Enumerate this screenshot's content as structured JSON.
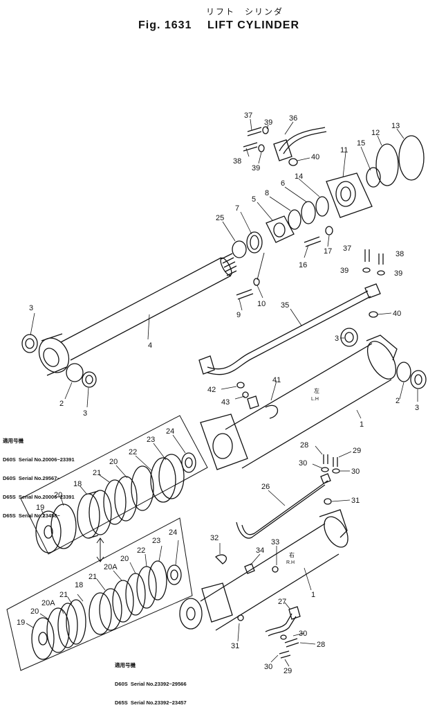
{
  "header": {
    "title_jp": "リフト　シリンダ",
    "fig_number": "Fig. 1631",
    "title": "LIFT CYLINDER"
  },
  "callouts": {
    "c37a": "37",
    "c39a": "39",
    "c36": "36",
    "c13": "13",
    "c12": "12",
    "c38a": "38",
    "c39b": "39",
    "c40a": "40",
    "c15": "15",
    "c11": "11",
    "c6": "6",
    "c14": "14",
    "c8": "8",
    "c5": "5",
    "c7": "7",
    "c25": "25",
    "c16": "16",
    "c17": "17",
    "c37b": "37",
    "c38b": "38",
    "c39c": "39",
    "c39d": "39",
    "c10": "10",
    "c9": "9",
    "c35": "35",
    "c40b": "40",
    "c3a": "3",
    "c4": "4",
    "c3b": "3",
    "c2a": "2",
    "c3c": "3",
    "c2b": "2",
    "c3d": "3",
    "c42": "42",
    "c41": "41",
    "c43": "43",
    "c1a": "1",
    "c24a": "24",
    "c23a": "23",
    "c22a": "22",
    "c20a": "20",
    "c21a": "21",
    "c18a": "18",
    "c19a": "19",
    "c20b": "20",
    "c28a": "28",
    "c29a": "29",
    "c30a": "30",
    "c30b": "30",
    "c26": "26",
    "c31a": "31",
    "c32": "32",
    "c33": "33",
    "c34": "34",
    "c1b": "1",
    "c24b": "24",
    "c23b": "23",
    "c22b": "22",
    "c20c": "20",
    "c20A1": "20A",
    "c21b": "21",
    "c18b": "18",
    "c20A2": "20A",
    "c21c": "21",
    "c19b": "19",
    "c20d": "20",
    "c27": "27",
    "c30c": "30",
    "c28b": "28",
    "c31b": "31",
    "c30d": "30",
    "c29b": "29"
  },
  "side_labels": {
    "lh_jp": "左",
    "lh": "L.H",
    "rh_jp": "右",
    "rh": "R.H"
  },
  "serial_upper": {
    "heading": "適用号機",
    "lines": [
      "D60S  Serial No.20006~23391",
      "D60S  Serial No.29567~",
      "D65S  Serial No.20006~23391",
      "D65S  Serial No.23458~"
    ]
  },
  "serial_lower": {
    "heading": "適用号機",
    "lines": [
      "D60S  Serial No.23392~29566",
      "D65S  Serial No.23392~23457"
    ]
  }
}
